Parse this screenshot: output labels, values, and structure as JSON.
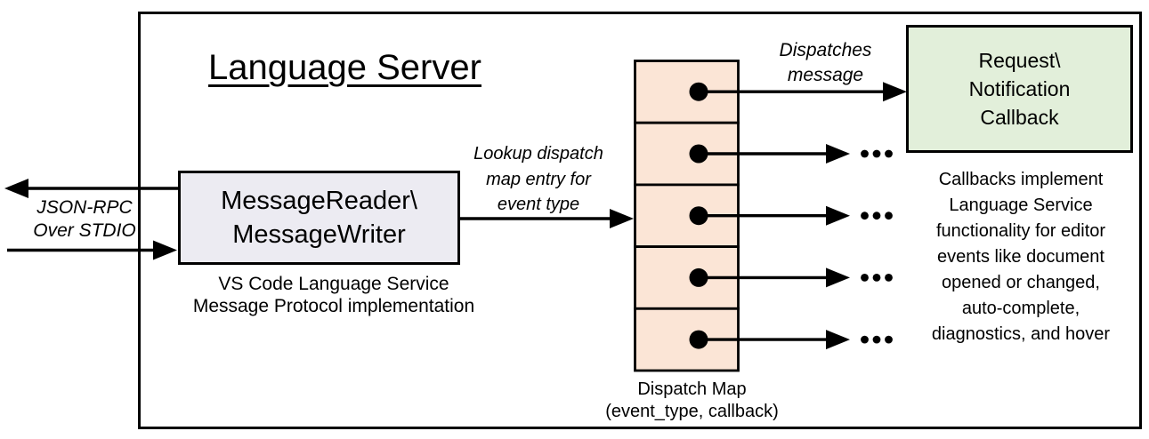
{
  "colors": {
    "outline": "#000000",
    "background": "#FFFFFF",
    "reader_box_fill": "#ECEBF2",
    "dispatch_map_fill": "#FBE5D6",
    "callback_box_fill": "#E2EFDA"
  },
  "language_server": {
    "title": "Language Server"
  },
  "stdio": {
    "label": "JSON-RPC\nOver STDIO"
  },
  "reader_box": {
    "label": "MessageReader\\\nMessageWriter",
    "caption": "VS Code Language Service\nMessage Protocol implementation"
  },
  "lookup": {
    "label": "Lookup dispatch\nmap entry for\nevent type"
  },
  "dispatch_map": {
    "rows": 5,
    "caption": "Dispatch Map\n(event_type, callback)",
    "ellipsis": "..."
  },
  "dispatches": {
    "label": "Dispatches\nmessage"
  },
  "callback_box": {
    "label": "Request\\\nNotification\nCallback",
    "caption": "Callbacks implement\nLanguage Service\nfunctionality for editor\nevents like document\nopened or changed,\nauto-complete,\ndiagnostics, and hover"
  }
}
